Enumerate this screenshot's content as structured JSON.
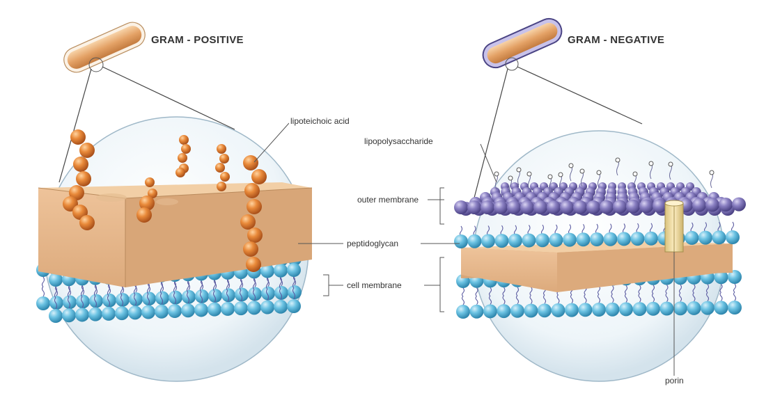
{
  "titles": {
    "gram_positive": "GRAM - POSITIVE",
    "gram_negative": "GRAM - NEGATIVE"
  },
  "labels": {
    "lipoteichoic_acid": "lipoteichoic acid",
    "lipopolysaccharide": "lipopolysaccharide",
    "outer_membrane": "outer membrane",
    "peptidoglycan": "peptidoglycan",
    "cell_membrane": "cell membrane",
    "porin": "porin"
  },
  "colors": {
    "bacterium_fill": "#e3a86a",
    "peptidoglycan_top": "#f2cfa6",
    "peptidoglycan_front": "#e6b58a",
    "peptidoglycan_side": "#d9a57a",
    "lipid_head": "#58b9dc",
    "outer_head": "#7a6fb2",
    "teichoic_bead": "#e07a2a",
    "porin": "#f1dba0",
    "sphere_fill": "#e8f1f7",
    "text": "#333333"
  }
}
